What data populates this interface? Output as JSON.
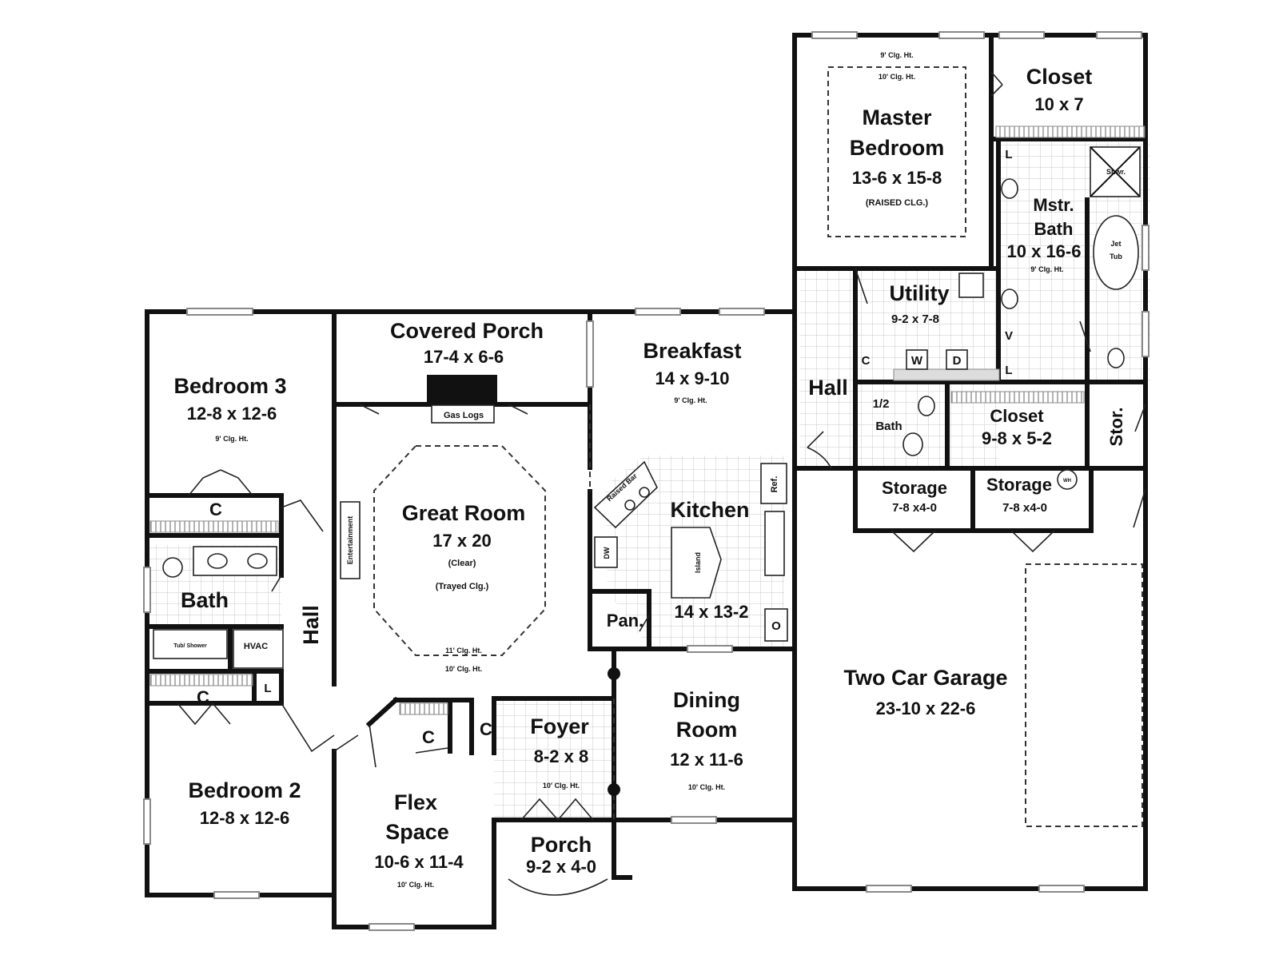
{
  "plan": {
    "rooms": {
      "master_bedroom": {
        "clg1": "9' Clg. Ht.",
        "clg2": "10' Clg. Ht.",
        "name1": "Master",
        "name2": "Bedroom",
        "dims": "13-6 x 15-8",
        "note": "(RAISED CLG.)"
      },
      "closet_master": {
        "name": "Closet",
        "dims": "10 x 7"
      },
      "mstr_bath": {
        "name1": "Mstr.",
        "name2": "Bath",
        "dims": "10 x 16-6",
        "clg": "9' Clg. Ht.",
        "shower": "Shwr.",
        "tub1": "Jet",
        "tub2": "Tub",
        "lav": "L",
        "vanity": "V",
        "lav2": "L"
      },
      "utility": {
        "name": "Utility",
        "dims": "9-2  x 7-8",
        "washer": "W",
        "dryer": "D",
        "closet": "C"
      },
      "hall_east": {
        "name": "Hall"
      },
      "half_bath": {
        "name1": "1/2",
        "name2": "Bath"
      },
      "closet_hall": {
        "name": "Closet",
        "dims": "9-8 x 5-2"
      },
      "stor": {
        "name": "Stor."
      },
      "storage_1": {
        "name": "Storage",
        "dims": "7-8 x4-0"
      },
      "storage_2": {
        "name": "Storage",
        "dims": "7-8 x4-0",
        "wh": "WH"
      },
      "garage": {
        "name": "Two Car Garage",
        "dims": "23-10 x 22-6"
      },
      "covered_porch": {
        "name": "Covered Porch",
        "dims": "17-4 x 6-6",
        "gas_logs": "Gas Logs"
      },
      "breakfast": {
        "name": "Breakfast",
        "dims": "14 x 9-10",
        "clg": "9' Clg. Ht."
      },
      "kitchen": {
        "name": "Kitchen",
        "dims": "14 x 13-2",
        "raised_bar": "Raised Bar",
        "ref": "Ref.",
        "dw": "DW",
        "island": "Island",
        "pantry": "Pan.",
        "oven": "O"
      },
      "great_room": {
        "name": "Great Room",
        "dims": "17 x 20",
        "note1": "(Clear)",
        "note2": "(Trayed Clg.)",
        "clg1": "11' Clg. Ht.",
        "clg2": "10' Clg. Ht.",
        "entertainment": "Entertainment"
      },
      "bedroom_3": {
        "name": "Bedroom 3",
        "dims": "12-8 x 12-6",
        "clg": "9' Clg. Ht.",
        "closet": "C"
      },
      "bath": {
        "name": "Bath",
        "tub": "Tub/ Shower",
        "hvac": "HVAC"
      },
      "hall_west": {
        "name": "Hall",
        "linen": "L"
      },
      "bedroom_2": {
        "name": "Bedroom 2",
        "dims": "12-8 x 12-6",
        "closet": "C"
      },
      "flex_space": {
        "name1": "Flex",
        "name2": "Space",
        "dims": "10-6 x 11-4",
        "clg": "10' Clg. Ht.",
        "closet": "C"
      },
      "foyer": {
        "name": "Foyer",
        "dims": "8-2 x 8",
        "clg": "10' Clg. Ht.",
        "closet": "C"
      },
      "dining_room": {
        "name1": "Dining",
        "name2": "Room",
        "dims": "12 x 11-6",
        "clg": "10' Clg. Ht."
      },
      "porch": {
        "name": "Porch",
        "dims": "9-2 x 4-0"
      }
    }
  }
}
